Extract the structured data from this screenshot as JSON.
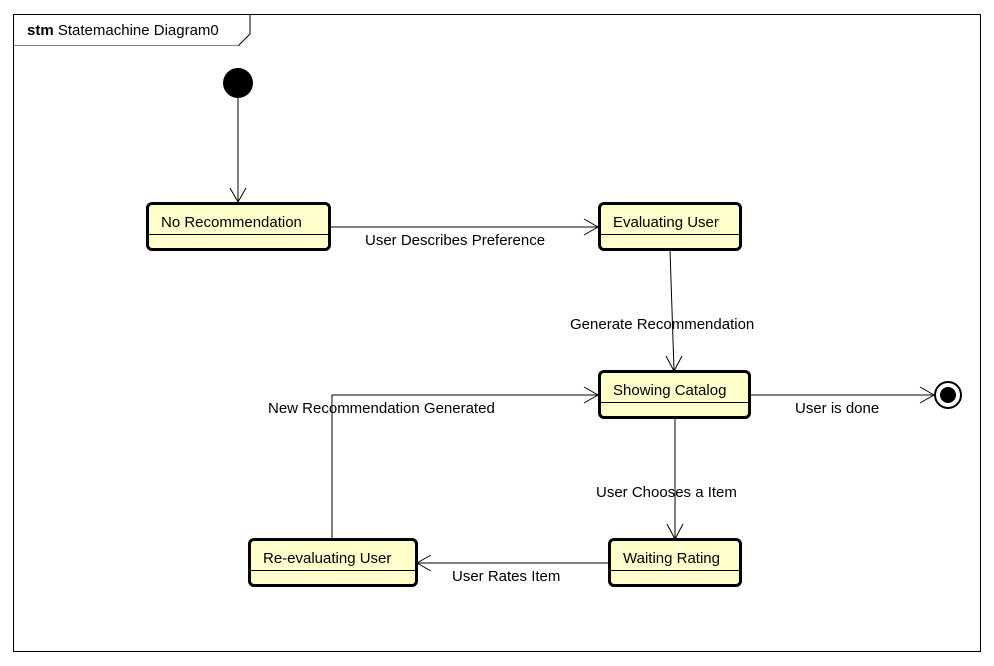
{
  "diagram": {
    "kind": "stm",
    "title": "Statemachine Diagram0"
  },
  "states": {
    "no_recommendation": "No Recommendation",
    "evaluating_user": "Evaluating User",
    "showing_catalog": "Showing Catalog",
    "re_evaluating_user": "Re-evaluating User",
    "waiting_rating": "Waiting Rating"
  },
  "transitions": {
    "describes_preference": "User Describes Preference",
    "generate_recommendation": "Generate Recommendation",
    "new_recommendation": "New Recommendation Generated",
    "user_done": "User is done",
    "chooses_item": "User Chooses a Item",
    "rates_item": "User Rates Item"
  }
}
